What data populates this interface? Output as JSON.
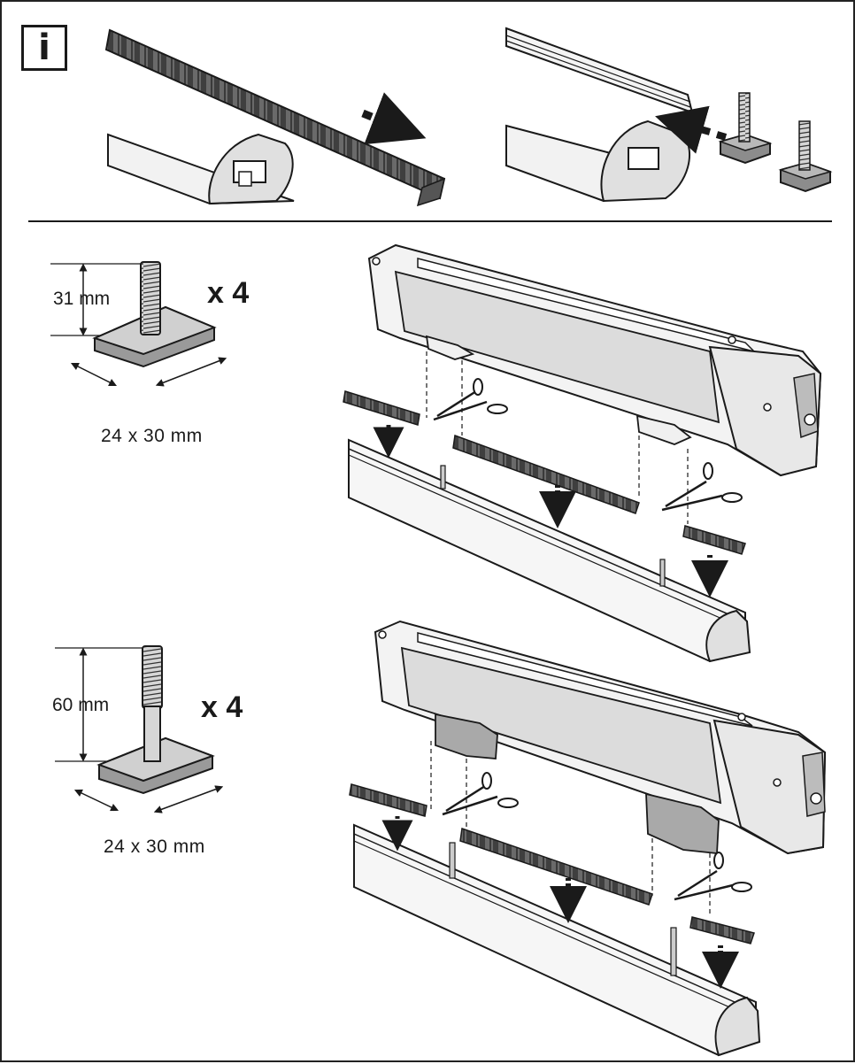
{
  "info_box": {
    "symbol": "i"
  },
  "bolt_short": {
    "length": "31 mm",
    "quantity": "x 4",
    "base_size": "24 x 30 mm"
  },
  "bolt_long": {
    "length": "60 mm",
    "quantity": "x 4",
    "base_size": "24 x 30 mm"
  },
  "colors": {
    "line": "#1a1a1a",
    "metal_light": "#e4e4e4",
    "metal_mid": "#bdbdbd",
    "strip_dark": "#5a5a5a",
    "bracket_grey": "#a9a9a9"
  }
}
